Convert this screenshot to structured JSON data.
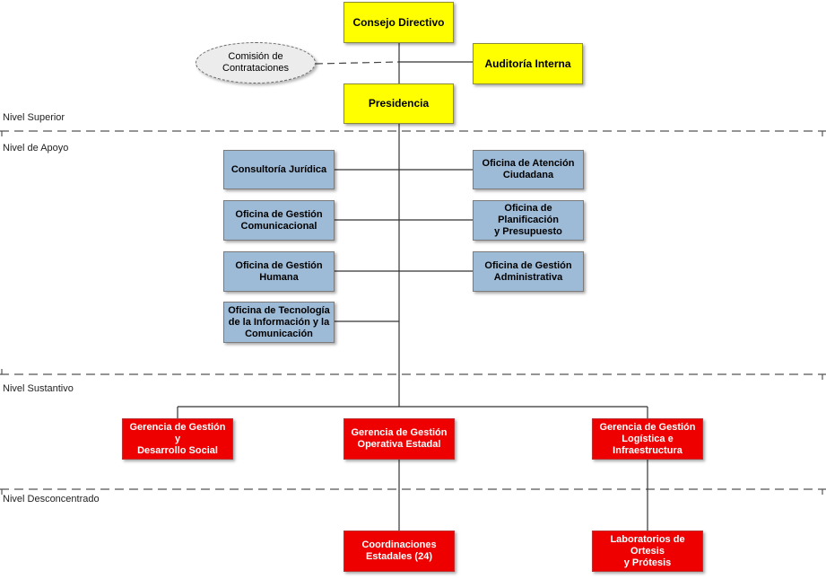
{
  "levels": {
    "superior": "Nivel Superior",
    "apoyo": "Nivel de Apoyo",
    "sustantivo": "Nivel Sustantivo",
    "desconcentrado": "Nivel Desconcentrado"
  },
  "nodes": {
    "consejo": "Consejo Directivo",
    "comision": "Comisión de\nContrataciones",
    "auditoria": "Auditoría Interna",
    "presidencia": "Presidencia",
    "consultoria": "Consultoría Jurídica",
    "atencion": "Oficina de Atención\nCiudadana",
    "comunicacional": "Oficina de Gestión\nComunicacional",
    "planificacion": "Oficina de Planificación\ny    Presupuesto",
    "humana": "Oficina de Gestión\nHumana",
    "administrativa": "Oficina de Gestión\nAdministrativa",
    "tecnologia": "Oficina de Tecnología\nde la Información y la\nComunicación",
    "desarrollo_social": "Gerencia de Gestión y\nDesarrollo Social",
    "operativa": "Gerencia de Gestión\nOperativa  Estadal",
    "logistica": "Gerencia de Gestión\nLogística e\nInfraestructura",
    "coordinaciones": "Coordinaciones\nEstadales (24)",
    "laboratorios": "Laboratorios de Ortesis\ny Prótesis"
  },
  "colors": {
    "top_level": "#ffff00",
    "support": "#9dbad6",
    "substantive": "#ee0000"
  }
}
